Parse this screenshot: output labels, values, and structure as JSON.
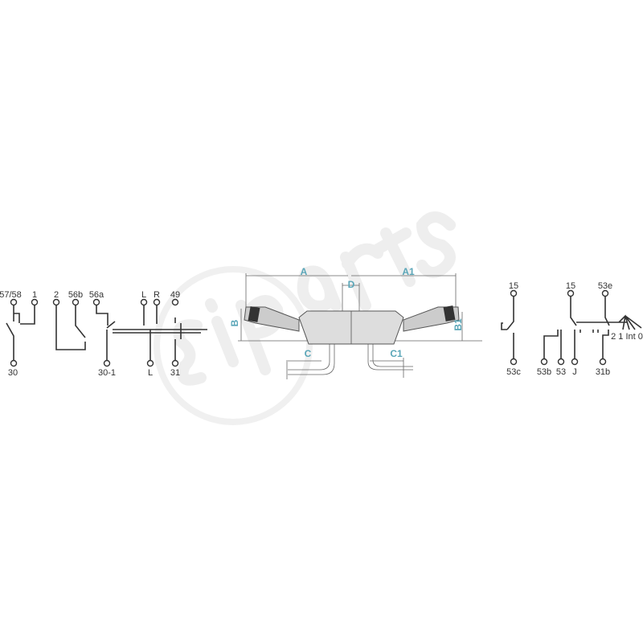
{
  "watermark": {
    "text": "siparts",
    "color": "#e6e6e6"
  },
  "left_schematic": {
    "top_terminals": [
      "57/58",
      "1",
      "2",
      "56b",
      "56a",
      "L",
      "R",
      "49"
    ],
    "bottom_terminals": [
      "30",
      "30-1",
      "L",
      "31"
    ]
  },
  "product_drawing": {
    "dimensions": {
      "A": "A",
      "A1": "A1",
      "B": "B",
      "B1": "B1",
      "C": "C",
      "C1": "C1",
      "D": "D"
    },
    "dimension_color": "#5aa6b8"
  },
  "right_schematic": {
    "switch1": {
      "top": "15",
      "bottom": "53c"
    },
    "switch2": {
      "top": [
        "15",
        "53e"
      ],
      "bottom": [
        "53b",
        "53",
        "J",
        "31b"
      ],
      "positions": "2 1 Int 0"
    }
  }
}
